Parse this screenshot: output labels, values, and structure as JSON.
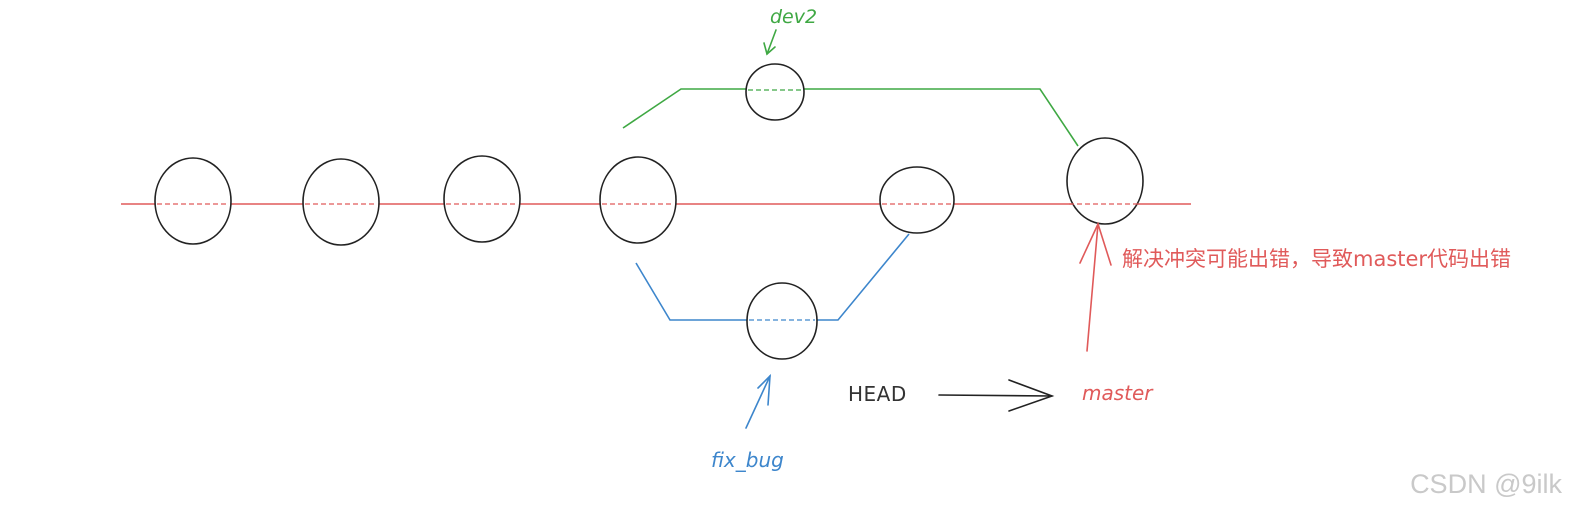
{
  "colors": {
    "main_line": "#e05a5a",
    "dev2_branch": "#3fa843",
    "fix_bug_branch": "#3d86cc",
    "commit_stroke": "#222222",
    "head_text": "#333333",
    "watermark": "#c9c9c9"
  },
  "labels": {
    "dev2": "dev2",
    "fix_bug": "fix_bug",
    "head": "HEAD",
    "master": "master",
    "note": "解决冲突可能出错，导致master代码出错"
  },
  "watermark": "CSDN @9ilk"
}
